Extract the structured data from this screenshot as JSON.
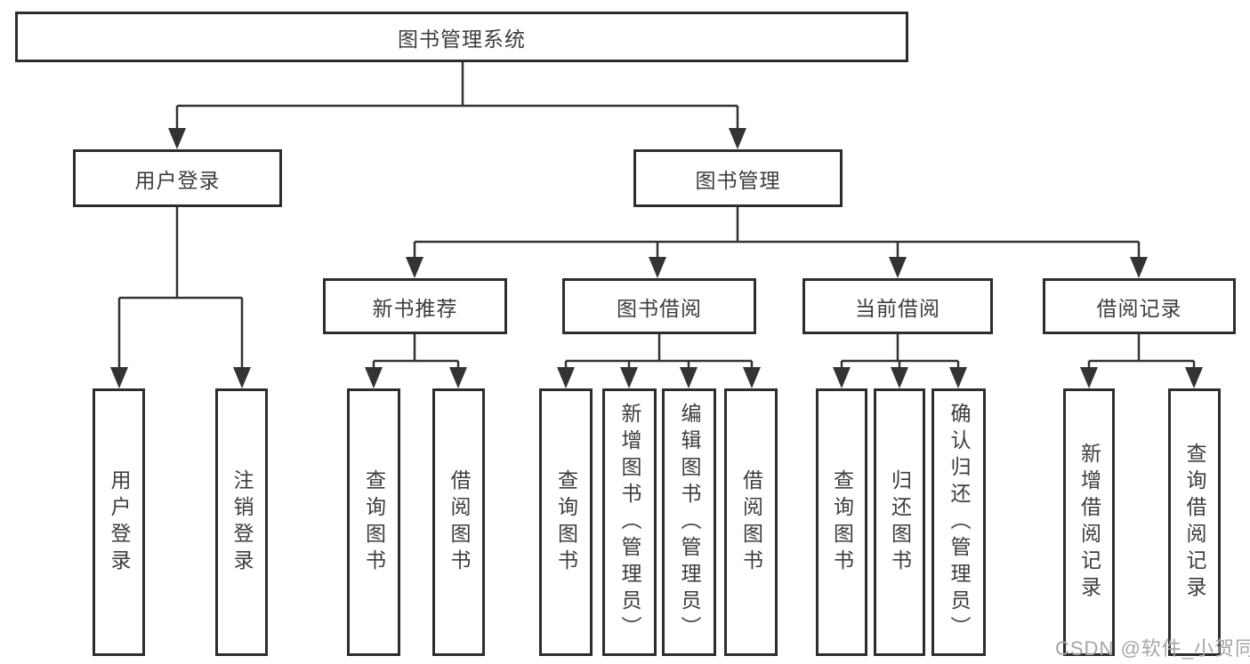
{
  "tree": {
    "root": "图书管理系统",
    "children": [
      {
        "label": "用户登录",
        "children": [
          {
            "label": "用户登录"
          },
          {
            "label": "注销登录"
          }
        ]
      },
      {
        "label": "图书管理",
        "children": [
          {
            "label": "新书推荐",
            "children": [
              {
                "label": "查询图书"
              },
              {
                "label": "借阅图书"
              }
            ]
          },
          {
            "label": "图书借阅",
            "children": [
              {
                "label": "查询图书"
              },
              {
                "label": "新增图书（管理员）"
              },
              {
                "label": "编辑图书（管理员）"
              },
              {
                "label": "借阅图书"
              }
            ]
          },
          {
            "label": "当前借阅",
            "children": [
              {
                "label": "查询图书"
              },
              {
                "label": "归还图书"
              },
              {
                "label": "确认归还（管理员）"
              }
            ]
          },
          {
            "label": "借阅记录",
            "children": [
              {
                "label": "新增借阅记录"
              },
              {
                "label": "查询借阅记录"
              }
            ]
          }
        ]
      }
    ]
  },
  "watermark": "CSDN @软件_小贺同学",
  "colors": {
    "line": "#333333",
    "box_border": "#2d2d2d",
    "text": "#3d3d3d",
    "watermark": "#a6a6a6",
    "background": "#ffffff"
  }
}
